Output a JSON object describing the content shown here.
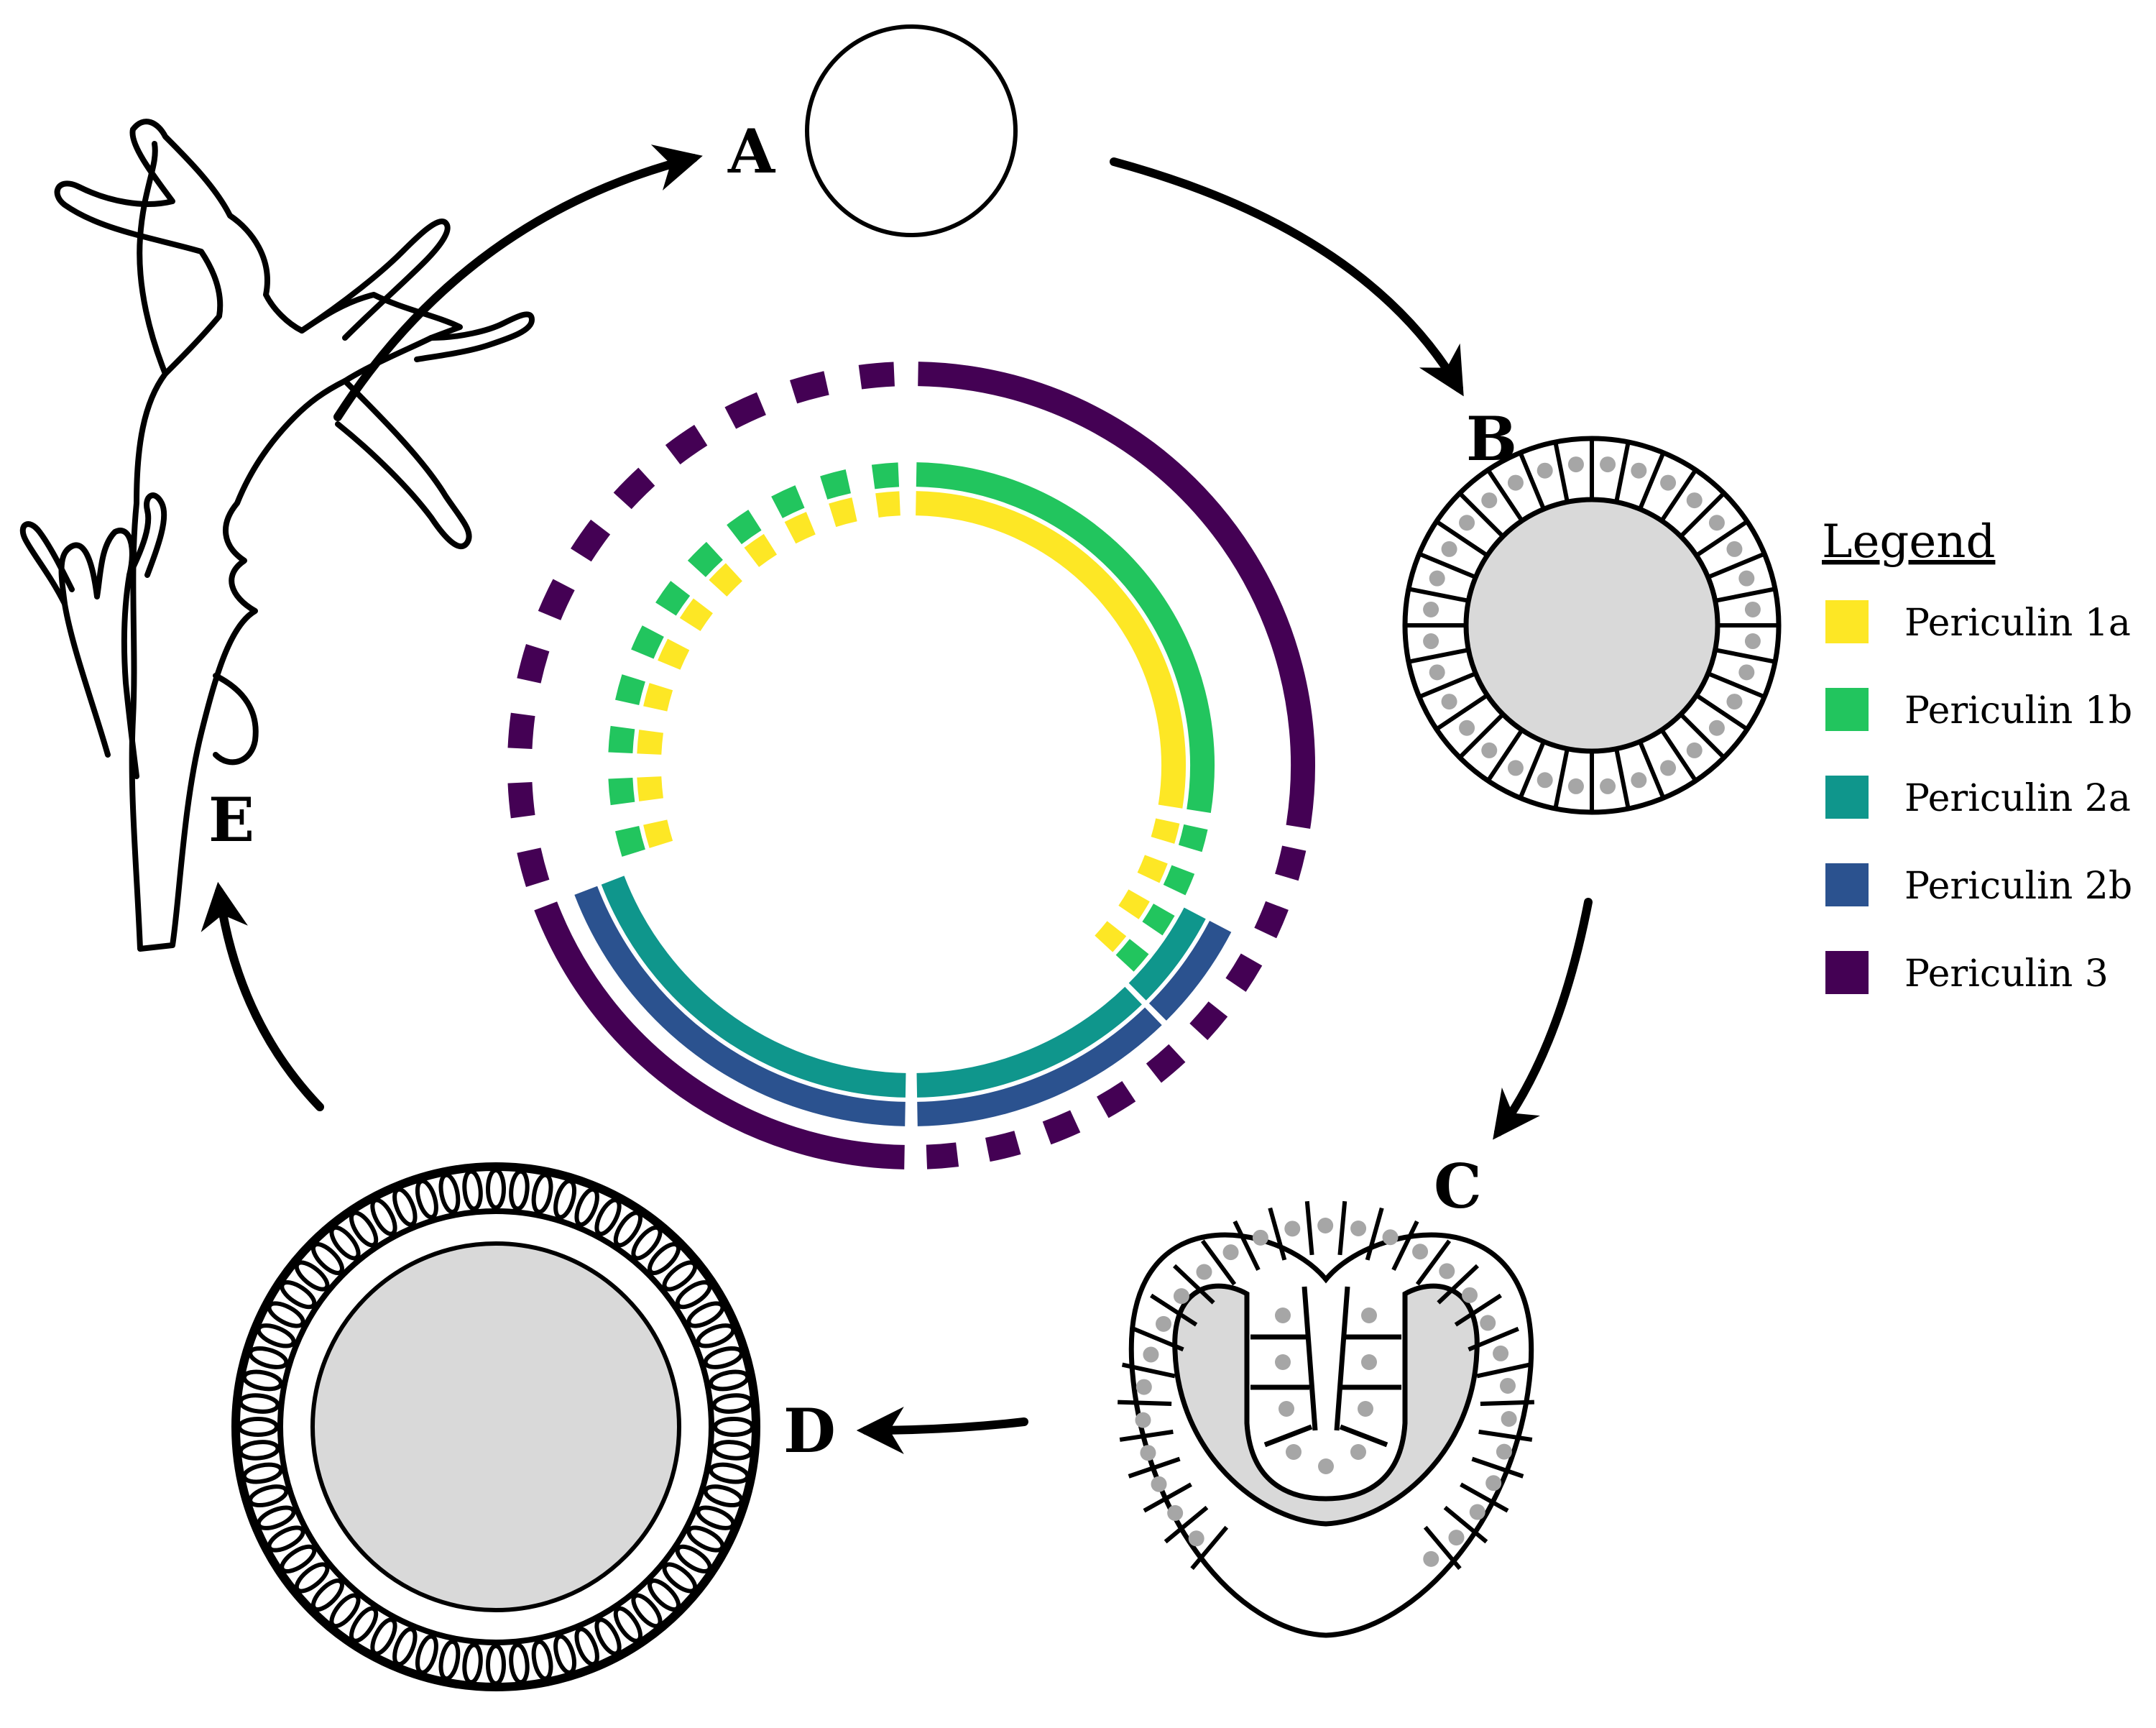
{
  "stages": [
    {
      "id": "A",
      "label": "A"
    },
    {
      "id": "B",
      "label": "B"
    },
    {
      "id": "C",
      "label": "C"
    },
    {
      "id": "D",
      "label": "D"
    },
    {
      "id": "E",
      "label": "E"
    }
  ],
  "legend": {
    "title": "Legend",
    "items": [
      {
        "label": "Periculin 1a",
        "color": "#fde725"
      },
      {
        "label": "Periculin 1b",
        "color": "#22c55e"
      },
      {
        "label": "Periculin 2a",
        "color": "#0f968c"
      },
      {
        "label": "Periculin 2b",
        "color": "#2b528f"
      },
      {
        "label": "Periculin 3",
        "color": "#440154"
      }
    ]
  },
  "colors": {
    "cell_fill": "#ffffff",
    "cavity_gray": "#d9d9d9",
    "nucleus_gray": "#a6a6a6",
    "outline": "#000000"
  },
  "expression_rings": [
    {
      "gene": "Periculin 1a",
      "segments": [
        [
          "A",
          "B",
          "solid"
        ],
        [
          "B",
          "C",
          "dashed"
        ],
        [
          "C",
          "D",
          "none"
        ],
        [
          "D",
          "E",
          "none"
        ],
        [
          "E",
          "A",
          "dashed"
        ]
      ]
    },
    {
      "gene": "Periculin 1b",
      "segments": [
        [
          "A",
          "B",
          "solid"
        ],
        [
          "B",
          "C",
          "dashed"
        ],
        [
          "C",
          "D",
          "none"
        ],
        [
          "D",
          "E",
          "none"
        ],
        [
          "E",
          "A",
          "dashed"
        ]
      ]
    },
    {
      "gene": "Periculin 2a",
      "segments": [
        [
          "A",
          "B",
          "none"
        ],
        [
          "B",
          "C",
          "partial"
        ],
        [
          "C",
          "D",
          "solid"
        ],
        [
          "D",
          "E",
          "solid"
        ],
        [
          "E",
          "A",
          "none"
        ]
      ]
    },
    {
      "gene": "Periculin 2b",
      "segments": [
        [
          "A",
          "B",
          "none"
        ],
        [
          "B",
          "C",
          "partial"
        ],
        [
          "C",
          "D",
          "solid"
        ],
        [
          "D",
          "E",
          "solid"
        ],
        [
          "E",
          "A",
          "none"
        ]
      ]
    },
    {
      "gene": "Periculin 3",
      "segments": [
        [
          "A",
          "B",
          "solid"
        ],
        [
          "B",
          "C",
          "dashed"
        ],
        [
          "C",
          "D",
          "dashed"
        ],
        [
          "D",
          "E",
          "solid"
        ],
        [
          "E",
          "A",
          "dashed"
        ]
      ]
    }
  ]
}
